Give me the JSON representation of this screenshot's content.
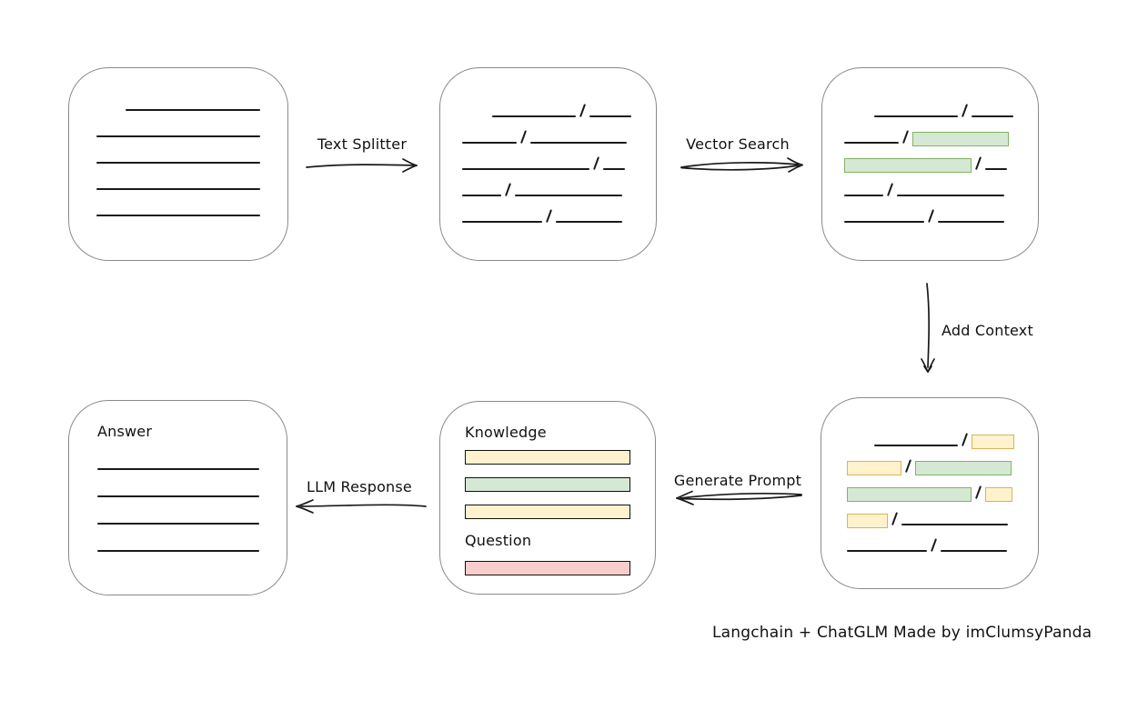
{
  "caption": "Langchain + ChatGLM Made by imClumsyPanda",
  "labels": {
    "text_splitter": "Text Splitter",
    "vector_search": "Vector Search",
    "add_context": "Add Context",
    "generate_prompt": "Generate Prompt",
    "llm_response": "LLM Response"
  },
  "colors": {
    "line": "#1a1a1a",
    "box_border": "#8a8a8a",
    "green_fill": "#d5e8d4",
    "green_border": "#82b366",
    "yellow_fill": "#fff2cc",
    "yellow_border": "#d6b656",
    "red_fill": "#f8cecc",
    "red_border": "#b85450"
  },
  "boxes": {
    "document": {
      "rows": [
        [
          {
            "t": "indent",
            "w": 32
          },
          {
            "t": "line",
            "w": 148
          }
        ],
        [
          {
            "t": "line",
            "w": 180
          }
        ],
        [
          {
            "t": "line",
            "w": 180
          }
        ],
        [
          {
            "t": "line",
            "w": 180
          }
        ],
        [
          {
            "t": "line",
            "w": 180
          }
        ]
      ]
    },
    "split_text": {
      "rows": [
        [
          {
            "t": "indent",
            "w": 33
          },
          {
            "t": "line",
            "w": 92
          },
          {
            "t": "slash"
          },
          {
            "t": "line",
            "w": 46
          }
        ],
        [
          {
            "t": "line",
            "w": 60
          },
          {
            "t": "slash"
          },
          {
            "t": "line",
            "w": 106
          }
        ],
        [
          {
            "t": "line",
            "w": 140
          },
          {
            "t": "slash"
          },
          {
            "t": "line",
            "w": 24
          }
        ],
        [
          {
            "t": "line",
            "w": 43
          },
          {
            "t": "slash"
          },
          {
            "t": "line",
            "w": 118
          }
        ],
        [
          {
            "t": "line",
            "w": 88
          },
          {
            "t": "slash"
          },
          {
            "t": "line",
            "w": 73
          }
        ]
      ]
    },
    "vector_matched": {
      "rows": [
        [
          {
            "t": "indent",
            "w": 33
          },
          {
            "t": "line",
            "w": 92
          },
          {
            "t": "slash"
          },
          {
            "t": "line",
            "w": 46
          }
        ],
        [
          {
            "t": "line",
            "w": 60
          },
          {
            "t": "slash"
          },
          {
            "t": "chip",
            "c": "green",
            "w": 106
          }
        ],
        [
          {
            "t": "chip",
            "c": "green",
            "w": 140
          },
          {
            "t": "slash"
          },
          {
            "t": "line",
            "w": 24
          }
        ],
        [
          {
            "t": "line",
            "w": 43
          },
          {
            "t": "slash"
          },
          {
            "t": "line",
            "w": 118
          }
        ],
        [
          {
            "t": "line",
            "w": 88
          },
          {
            "t": "slash"
          },
          {
            "t": "line",
            "w": 73
          }
        ]
      ]
    },
    "context_chunks": {
      "rows": [
        [
          {
            "t": "indent",
            "w": 30
          },
          {
            "t": "line",
            "w": 92
          },
          {
            "t": "slash"
          },
          {
            "t": "chip",
            "c": "yellow",
            "w": 47
          }
        ],
        [
          {
            "t": "chip",
            "c": "yellow",
            "w": 60
          },
          {
            "t": "slash"
          },
          {
            "t": "chip",
            "c": "green",
            "w": 106
          }
        ],
        [
          {
            "t": "chip",
            "c": "green",
            "w": 137
          },
          {
            "t": "slash"
          },
          {
            "t": "chip",
            "c": "yellow",
            "w": 30
          }
        ],
        [
          {
            "t": "chip",
            "c": "yellow",
            "w": 45
          },
          {
            "t": "slash"
          },
          {
            "t": "line",
            "w": 117
          }
        ],
        [
          {
            "t": "line",
            "w": 88
          },
          {
            "t": "slash"
          },
          {
            "t": "line",
            "w": 73
          }
        ]
      ]
    },
    "prompt": {
      "knowledge_label": "Knowledge",
      "question_label": "Question",
      "knowledge_bars": [
        "yellow",
        "green",
        "yellow"
      ],
      "question_bars": [
        "red"
      ]
    },
    "answer": {
      "label": "Answer",
      "rows": [
        [
          {
            "t": "line",
            "w": 178
          }
        ],
        [
          {
            "t": "line",
            "w": 178
          }
        ],
        [
          {
            "t": "line",
            "w": 178
          }
        ],
        [
          {
            "t": "line",
            "w": 178
          }
        ]
      ]
    }
  }
}
